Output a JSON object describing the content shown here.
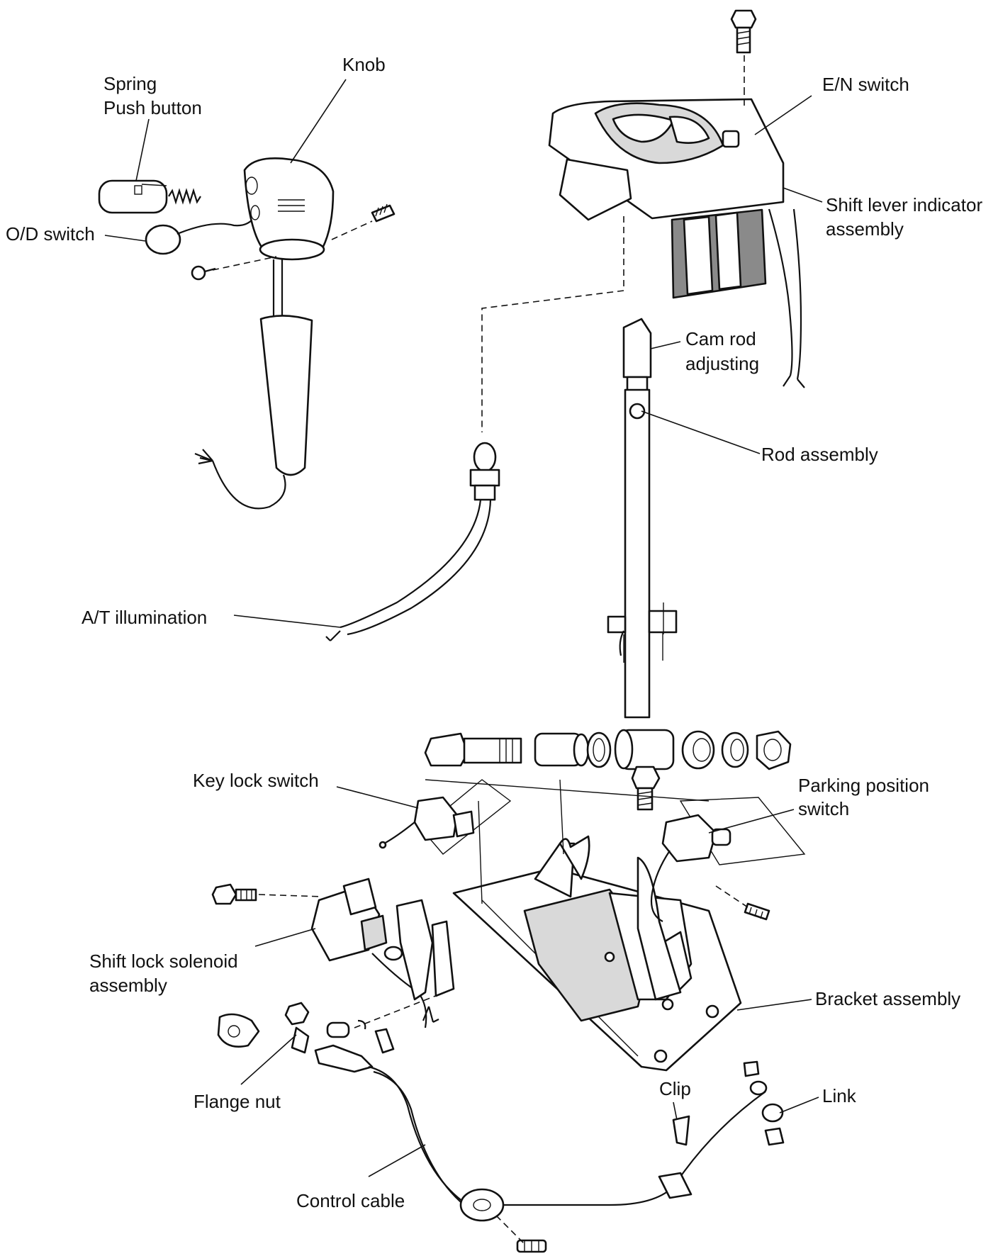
{
  "labels": {
    "knob": "Knob",
    "spring": "Spring",
    "push_button": "Push button",
    "od_switch": "O/D switch",
    "en_switch": "E/N switch",
    "shift_indicator_line1": "Shift lever indicator",
    "shift_indicator_line2": "assembly",
    "cam_rod_line1": "Cam rod",
    "cam_rod_line2": "adjusting",
    "rod_assembly": "Rod assembly",
    "at_illumination": "A/T illumination",
    "key_lock_switch": "Key lock switch",
    "parking_line1": "Parking position",
    "parking_line2": "switch",
    "shift_lock_line1": "Shift lock solenoid",
    "shift_lock_line2": "assembly",
    "bracket_assembly": "Bracket assembly",
    "flange_nut": "Flange nut",
    "clip": "Clip",
    "link": "Link",
    "control_cable": "Control cable"
  }
}
